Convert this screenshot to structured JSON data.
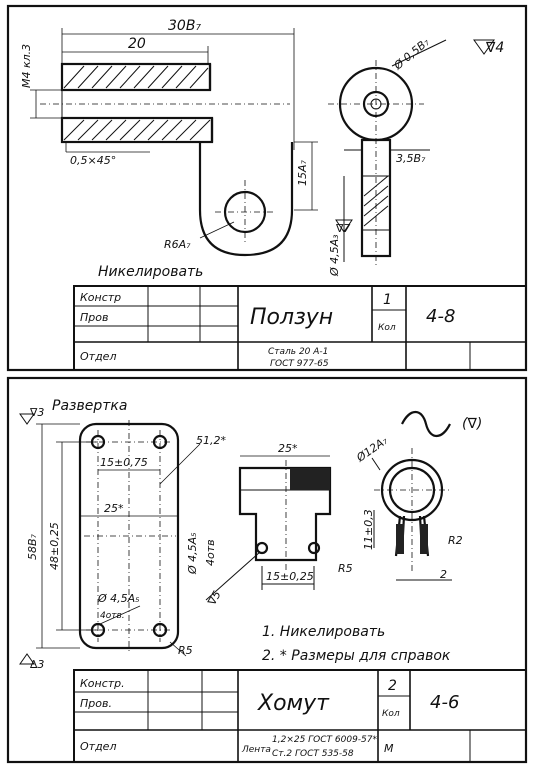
{
  "sheet1": {
    "dims": {
      "overall_length": "30В₇",
      "inner_length": "20",
      "thread": "М4 кл.3",
      "chamfer": "0,5×45°",
      "hole_dia": "Ø 0,5В₇",
      "height": "15А₇",
      "radius": "R6А₇",
      "pin_dia": "Ø 4,5А₃",
      "thickness": "3,5В₇",
      "finish_mark": "∇7",
      "roughness_general": "∇4"
    },
    "note": "Никелировать",
    "title_block": {
      "row_labels": [
        "Констр",
        "Пров",
        "Отдел"
      ],
      "name": "Ползун",
      "quantity": "1",
      "quantity_label": "Кол",
      "material_line1": "Сталь 20 А-1",
      "material_line2": "ГОСТ 977-65",
      "number": "4-8"
    }
  },
  "sheet2": {
    "heading": "Развертка",
    "dims": {
      "overall_height": "58В₇",
      "inner_height": "48±0,25",
      "hole_spacing": "15±0,75",
      "width": "25*",
      "diagonal": "51,2*",
      "holes_top": "Ø 4,5А₅",
      "holes_top_count": "4отв",
      "holes_bottom": "Ø 4,5А₅",
      "holes_bottom_count": "4отв.",
      "corner_radius": "R5",
      "side_width": "25*",
      "side_spacing": "15±0,25",
      "side_radius": "R5",
      "side_height": "11±0,3",
      "ring_dia": "Ø12А₇",
      "ring_radius": "R2",
      "gap": "2",
      "mark_top": "∇3",
      "mark_bottom": "∆3",
      "mark_side": "∇5",
      "roughness_symbol": "(∇)"
    },
    "notes": [
      "1. Никелировать",
      "2. * Размеры для справок"
    ],
    "title_block": {
      "row_labels": [
        "Констр.",
        "Пров.",
        "Отдел"
      ],
      "name": "Хомут",
      "quantity": "2",
      "quantity_label": "Кол",
      "material_prefix": "Лента",
      "material_line1": "1,2×25 ГОСТ 6009-57*",
      "material_line2": "Ст.2 ГОСТ 535-58",
      "extra": "М",
      "number": "4-6"
    }
  }
}
